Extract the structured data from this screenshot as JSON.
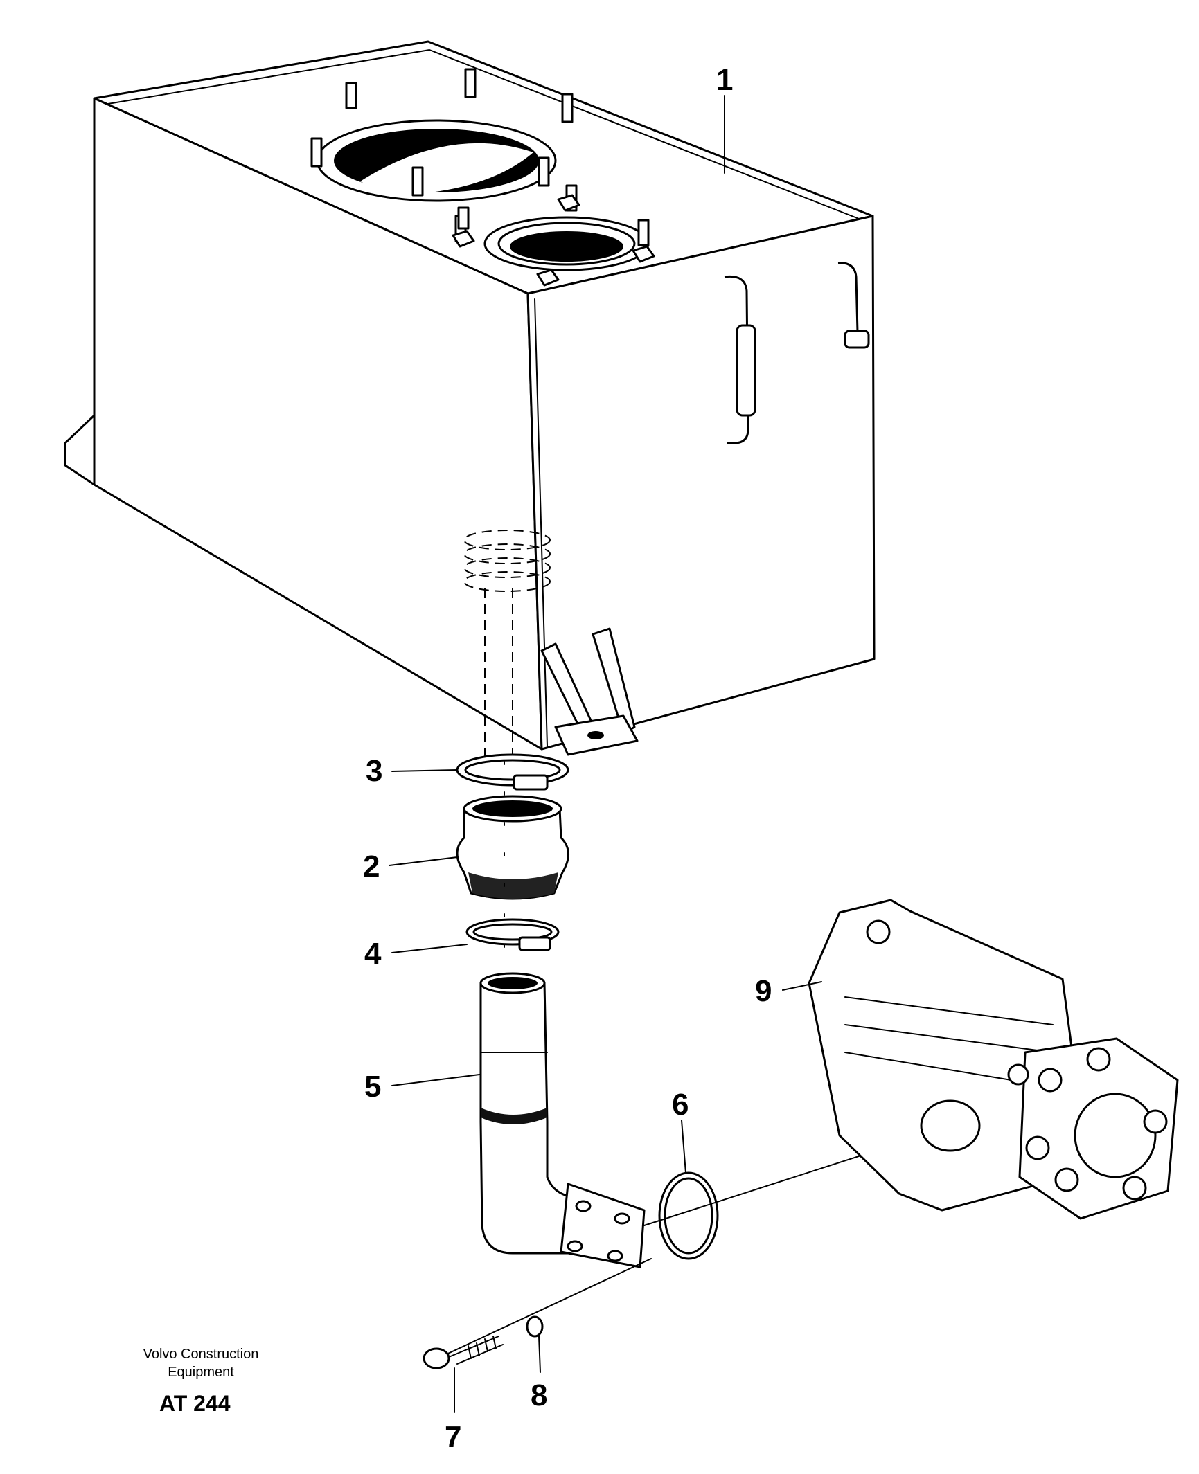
{
  "diagram": {
    "callouts": [
      {
        "id": "1",
        "label": "1"
      },
      {
        "id": "2",
        "label": "2"
      },
      {
        "id": "3",
        "label": "3"
      },
      {
        "id": "4",
        "label": "4"
      },
      {
        "id": "5",
        "label": "5"
      },
      {
        "id": "6",
        "label": "6"
      },
      {
        "id": "7",
        "label": "7"
      },
      {
        "id": "8",
        "label": "8"
      },
      {
        "id": "9",
        "label": "9"
      }
    ],
    "brand_line1": "Volvo Construction",
    "brand_line2": "Equipment",
    "drawing_code": "AT 244"
  }
}
